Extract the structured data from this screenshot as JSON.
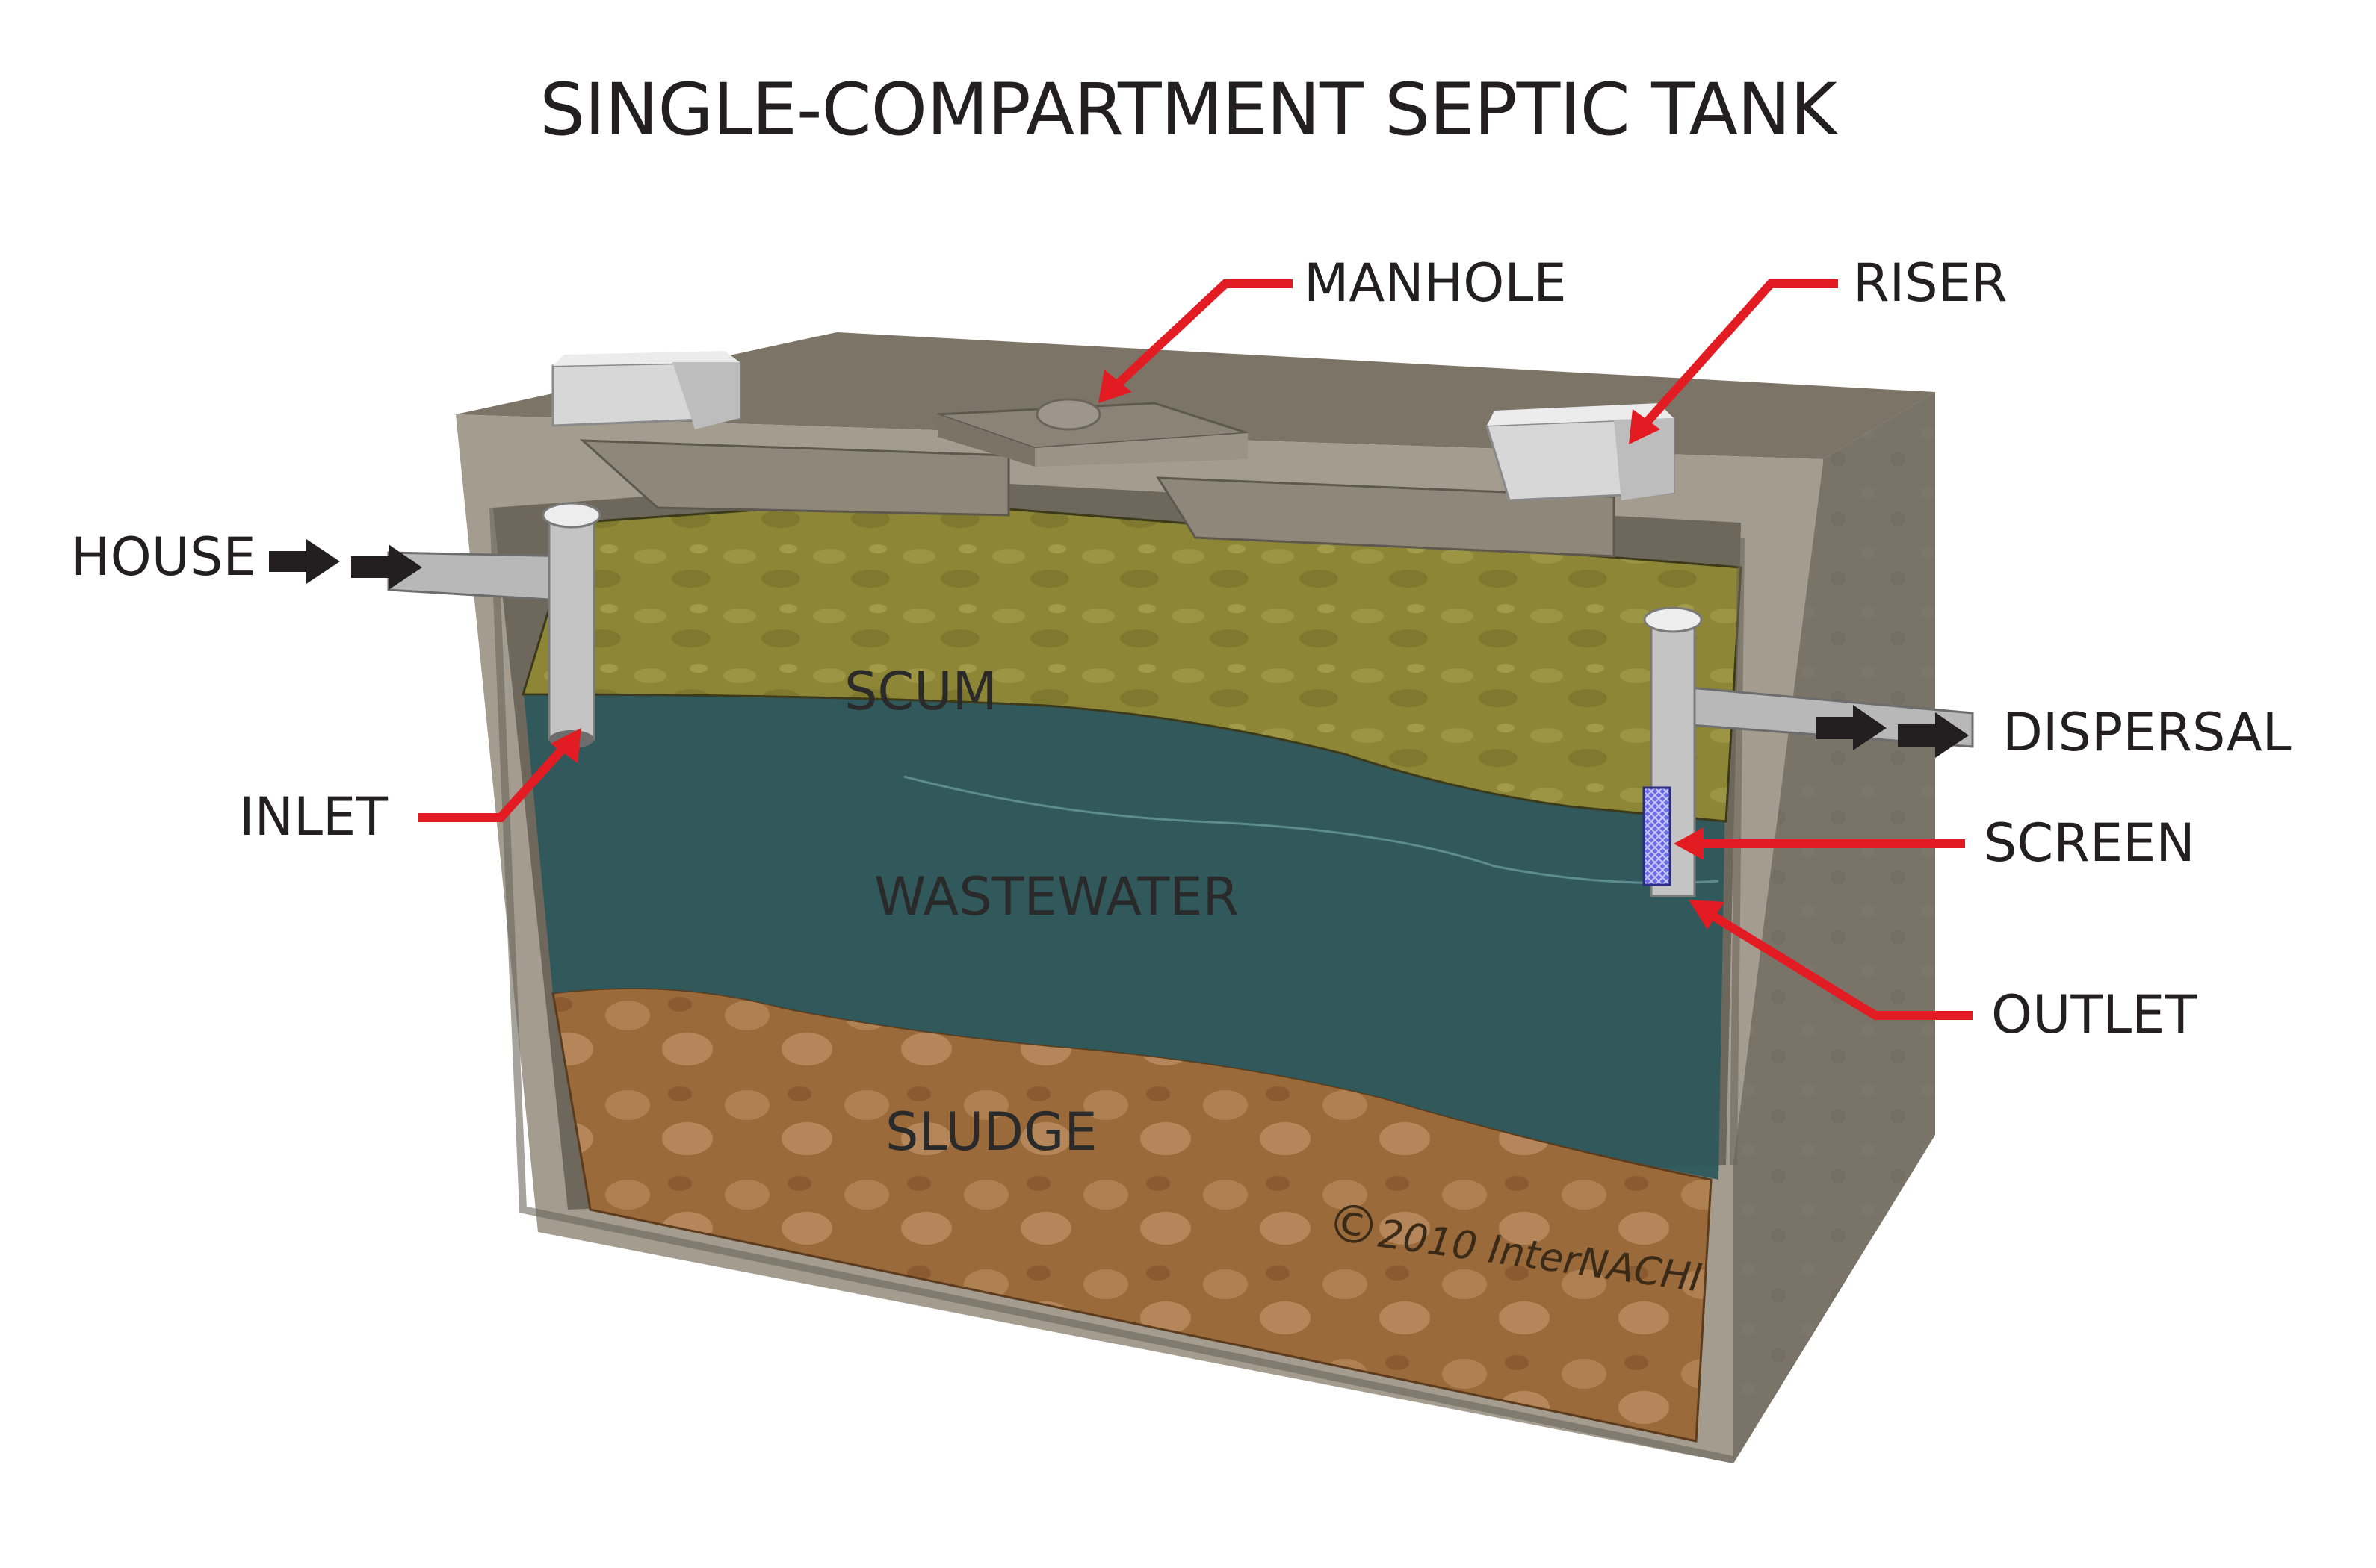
{
  "title": "SINGLE-COMPARTMENT SEPTIC TANK",
  "labels": {
    "manhole": "MANHOLE",
    "riser": "RISER",
    "house": "HOUSE",
    "inlet": "INLET",
    "dispersal": "DISPERSAL",
    "screen": "SCREEN",
    "outlet": "OUTLET"
  },
  "layers": {
    "scum": "SCUM",
    "wastewater": "WASTEWATER",
    "sludge": "SLUDGE"
  },
  "copyright": {
    "symbol": "©",
    "text": "2010  InterNACHI"
  },
  "colors": {
    "concrete": "#8e877a",
    "concrete_top": "#7d7568",
    "scum": "#8f8838",
    "wastewater": "#2f5a5e",
    "sludge": "#9b6b3d",
    "callout": "#e31b23",
    "arrow": "#231f20",
    "pipe": "#b8b8b8",
    "screen": "#5a5ae0"
  },
  "icons": [
    "callout-arrow",
    "flow-arrow",
    "copyright-symbol"
  ]
}
